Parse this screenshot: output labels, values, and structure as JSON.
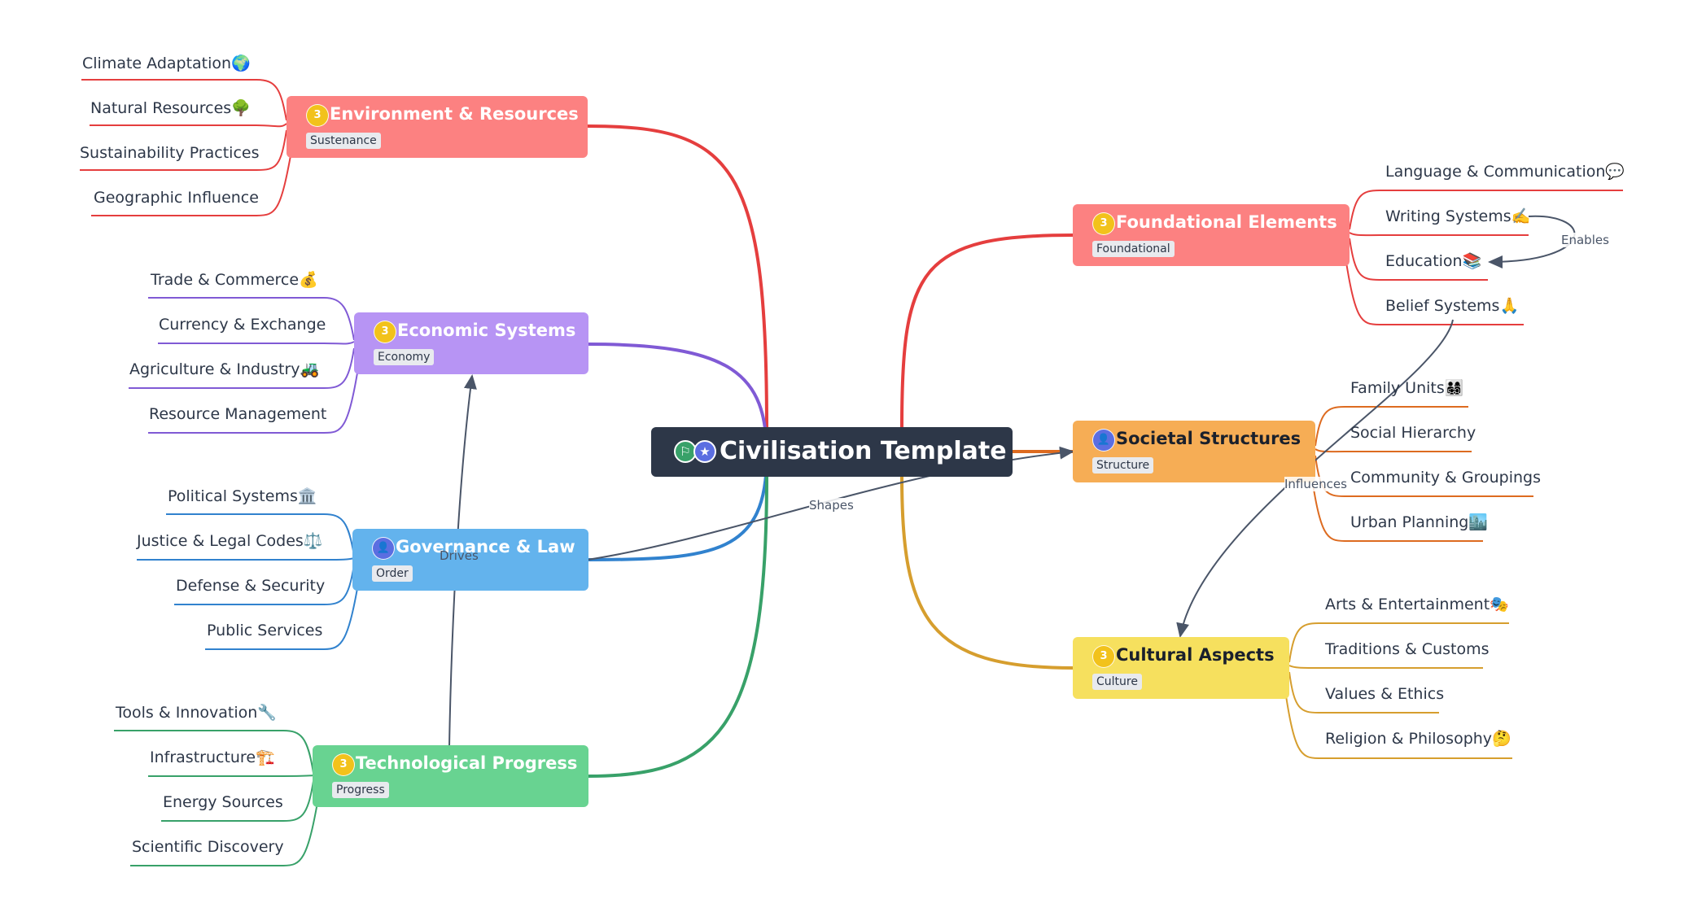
{
  "root": {
    "title": "Civilisation Template",
    "icons": [
      "flag-icon",
      "star-icon"
    ],
    "icon_glyphs": [
      "⚐",
      "★"
    ]
  },
  "branches": {
    "environment": {
      "title": "Environment & Resources",
      "tag": "Sustenance",
      "badge": "3",
      "color": "#fc8181",
      "edge": "#e53e3e",
      "children": [
        "Climate Adaptation🌍",
        "Natural Resources🌳",
        "Sustainability Practices",
        "Geographic Influence"
      ]
    },
    "economic": {
      "title": "Economic Systems",
      "tag": "Economy",
      "badge": "3",
      "color": "#b794f4",
      "edge": "#805ad5",
      "children": [
        "Trade & Commerce💰",
        "Currency & Exchange",
        "Agriculture & Industry🚜",
        "Resource Management"
      ]
    },
    "governance": {
      "title": "Governance & Law",
      "tag": "Order",
      "badge_icon": "person-icon",
      "color": "#63b3ed",
      "edge": "#3182ce",
      "children": [
        "Political Systems🏛️",
        "Justice & Legal Codes⚖️",
        "Defense & Security",
        "Public Services"
      ]
    },
    "technological": {
      "title": "Technological Progress",
      "tag": "Progress",
      "badge": "3",
      "color": "#68d391",
      "edge": "#38a169",
      "children": [
        "Tools & Innovation🔧",
        "Infrastructure🏗️",
        "Energy Sources",
        "Scientific Discovery"
      ]
    },
    "foundational": {
      "title": "Foundational Elements",
      "tag": "Foundational",
      "badge": "3",
      "color": "#fc8181",
      "edge": "#e53e3e",
      "children": [
        "Language & Communication💬",
        "Writing Systems✍️",
        "Education📚",
        "Belief Systems🙏"
      ]
    },
    "societal": {
      "title": "Societal Structures",
      "tag": "Structure",
      "badge_icon": "person-icon",
      "color": "#f6ad55",
      "edge": "#dd6b20",
      "children": [
        "Family Units👨‍👩‍👧‍👦",
        "Social Hierarchy",
        "Community & Groupings",
        "Urban Planning🏙️"
      ]
    },
    "cultural": {
      "title": "Cultural Aspects",
      "tag": "Culture",
      "badge": "3",
      "color": "#f6e05e",
      "edge": "#d69e2e",
      "children": [
        "Arts & Entertainment🎭",
        "Traditions & Customs",
        "Values & Ethics",
        "Religion & Philosophy🤔"
      ]
    }
  },
  "relations": {
    "enables": "Enables",
    "influences": "Influences",
    "shapes": "Shapes",
    "drives": "Drives"
  },
  "colors": {
    "root_bg": "#2d3748",
    "relation_line": "#4a5568",
    "badge_yellow": "#f2c21b",
    "badge_person": "#5b6ee1"
  }
}
